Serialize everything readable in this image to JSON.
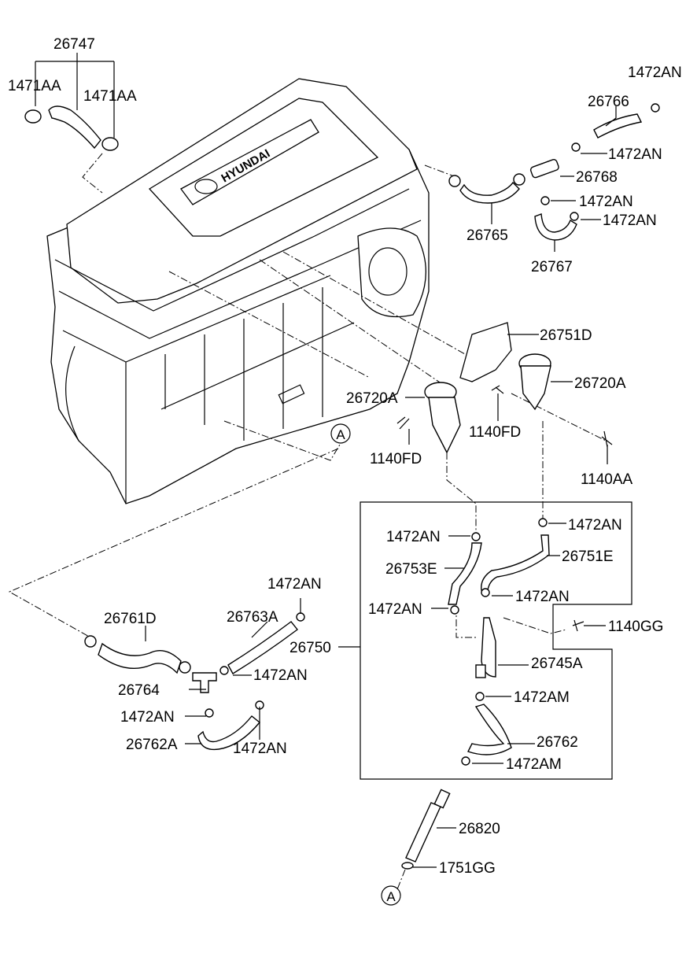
{
  "labels": {
    "l_26747": "26747",
    "l_1471AA_a": "1471AA",
    "l_1471AA_b": "1471AA",
    "l_1472AN_1": "1472AN",
    "l_26766": "26766",
    "l_1472AN_2": "1472AN",
    "l_26768": "26768",
    "l_1472AN_3": "1472AN",
    "l_1472AN_4": "1472AN",
    "l_26765": "26765",
    "l_26767": "26767",
    "l_26751D": "26751D",
    "l_26720A_r": "26720A",
    "l_26720A_l": "26720A",
    "l_1140FD_r": "1140FD",
    "l_1140FD_l": "1140FD",
    "l_1140AA": "1140AA",
    "l_1472AN_5": "1472AN",
    "l_1472AN_6": "1472AN",
    "l_26751E": "26751E",
    "l_26753E": "26753E",
    "l_1472AN_7": "1472AN",
    "l_1472AN_8": "1472AN",
    "l_1140GG": "1140GG",
    "l_26750": "26750",
    "l_26745A": "26745A",
    "l_1472AM_1": "1472AM",
    "l_26762": "26762",
    "l_1472AM_2": "1472AM",
    "l_1472AN_9": "1472AN",
    "l_26761D": "26761D",
    "l_26763A": "26763A",
    "l_1472AN_10": "1472AN",
    "l_26764": "26764",
    "l_1472AN_11": "1472AN",
    "l_26762A": "26762A",
    "l_1472AN_12": "1472AN",
    "l_26820": "26820",
    "l_1751GG": "1751GG",
    "ref_A_top": "A",
    "ref_A_bottom": "A",
    "logo_text": "HYUNDAI"
  }
}
